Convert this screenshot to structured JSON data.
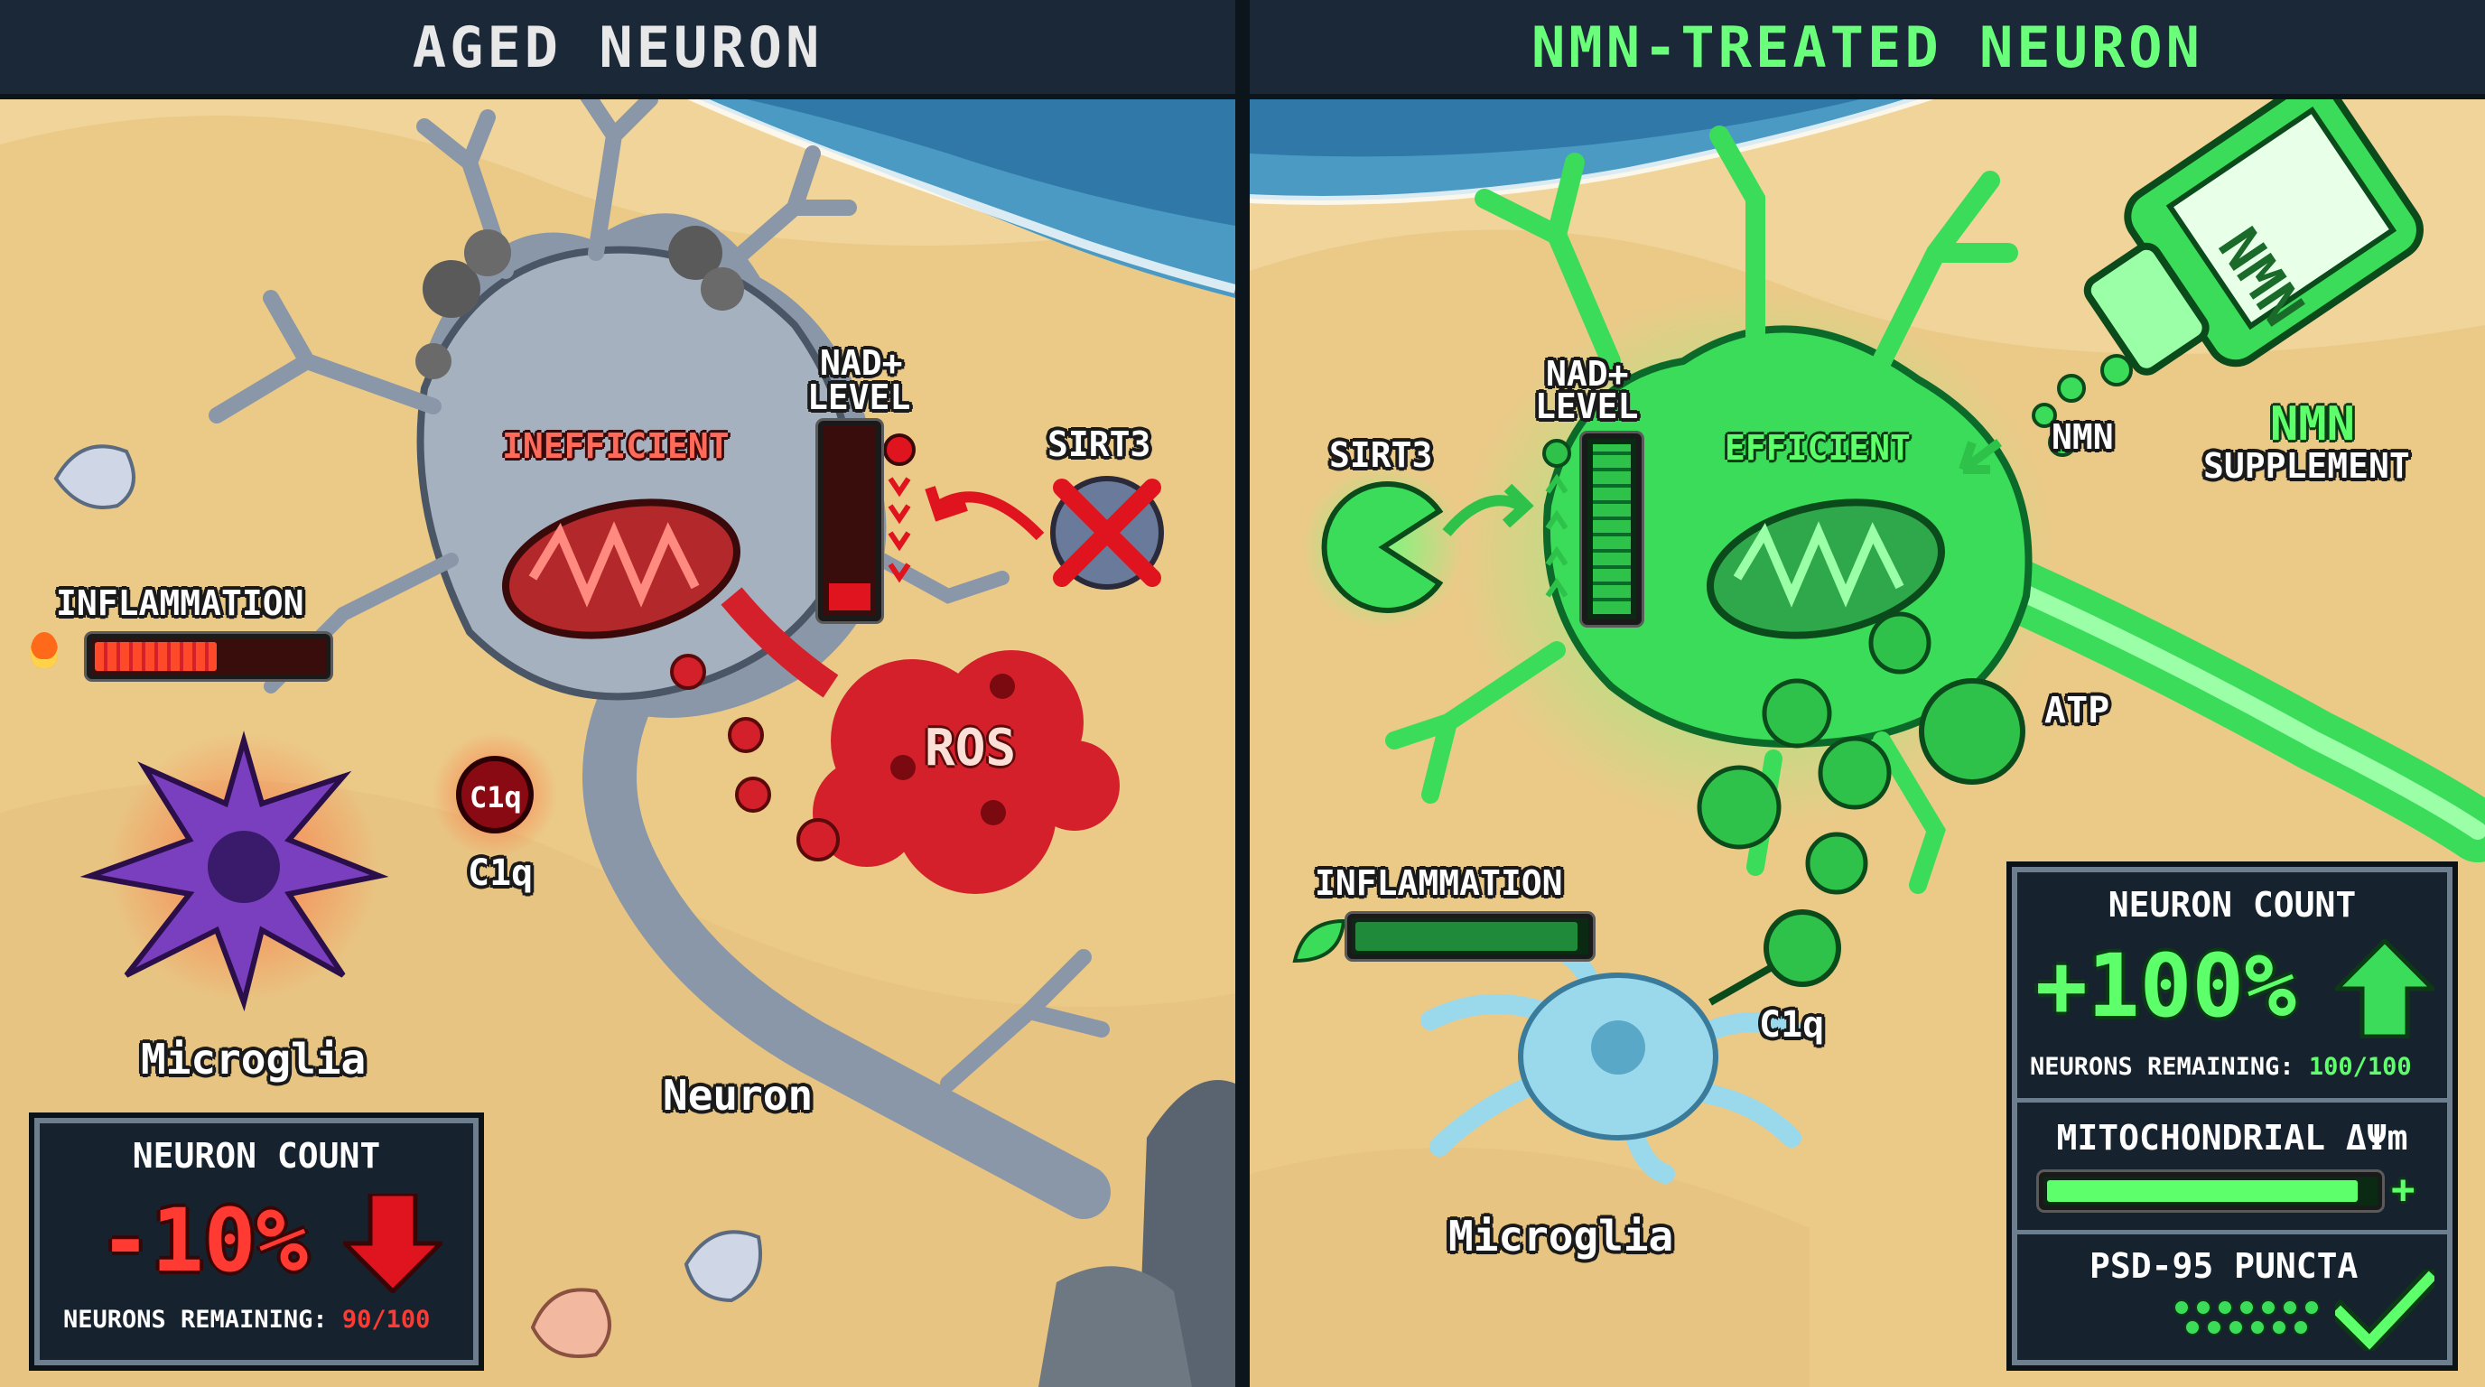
{
  "left_panel": {
    "title": "AGED NEURON",
    "labels": {
      "inefficient": "INEFFICIENT",
      "nad_level_line1": "NAD+",
      "nad_level_line2": "LEVEL",
      "sirt3": "SIRT3",
      "inflammation": "INFLAMMATION",
      "ros": "ROS",
      "c1q_tag": "C1q",
      "c1q": "C1q",
      "microglia": "Microglia",
      "neuron": "Neuron"
    },
    "inflammation_level": 0.55,
    "nad_level": 0.2,
    "neuron_count": {
      "header": "NEURON COUNT",
      "change": "-10%",
      "remaining_label": "NEURONS REMAINING:",
      "remaining_value": "90/100"
    }
  },
  "right_panel": {
    "title": "NMN-TREATED NEURON",
    "labels": {
      "sirt3": "SIRT3",
      "nad_level_line1": "NAD+",
      "nad_level_line2": "LEVEL",
      "efficient": "EFFICIENT",
      "nmn": "NMN",
      "nmn_supplement_line1": "NMN",
      "nmn_supplement_line2": "SUPPLEMENT",
      "bottle_label": "NMN",
      "atp": "ATP",
      "inflammation": "INFLAMMATION",
      "c1q": "C1q",
      "microglia": "Microglia"
    },
    "inflammation_level": 0.97,
    "nad_level": 1.0,
    "stats": {
      "neuron_count_header": "NEURON COUNT",
      "neuron_count_change": "+100%",
      "remaining_label": "NEURONS REMAINING:",
      "remaining_value": "100/100",
      "mito_header": "MITOCHONDRIAL ΔΨm",
      "mito_plus": "+",
      "mito_level": 0.95,
      "psd_header": "PSD-95 PUNCTA"
    }
  },
  "colors": {
    "sand": "#f0d49a",
    "aged_accent": "#ff5a4a",
    "treated_accent": "#4dff6a",
    "panel_dark": "#16232f"
  },
  "icons": [
    "flame-icon",
    "leaf-icon",
    "down-arrow-icon",
    "up-arrow-icon",
    "check-icon",
    "x-icon",
    "skull-icon",
    "dollar-coin-icon",
    "shell-icon"
  ]
}
